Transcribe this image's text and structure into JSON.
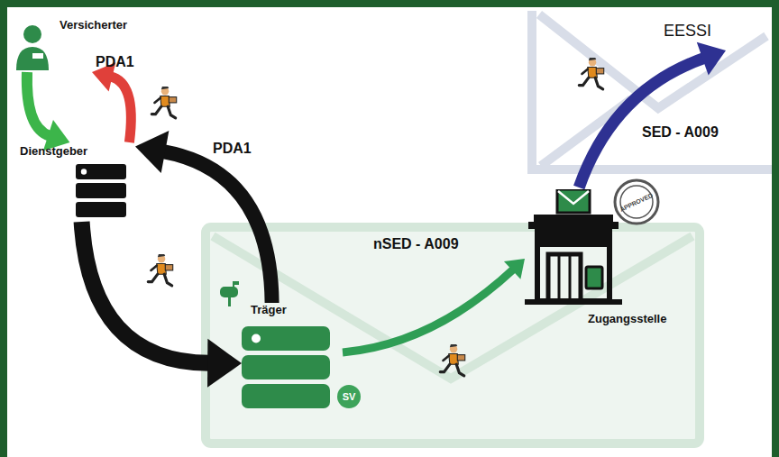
{
  "diagram": {
    "nodes": [
      {
        "text": [
          "Versicherter"
        ]
      },
      {
        "text": [
          "Dienstgeber"
        ]
      },
      {
        "text": [
          "Träger"
        ]
      },
      {
        "text": [
          "Zugangsstelle"
        ]
      },
      {
        "text": [
          "EESSI"
        ]
      }
    ],
    "edges": [
      {
        "from": 0,
        "to": 1,
        "arrow": "to"
      },
      {
        "from": 1,
        "to": 0,
        "label": "PDA1",
        "arrow": "to"
      },
      {
        "from": 1,
        "to": 2,
        "arrow": "to"
      },
      {
        "from": 2,
        "to": 1,
        "label": "PDA1",
        "arrow": "to"
      },
      {
        "from": 2,
        "to": 3,
        "label": "nSED - A009",
        "arrow": "to"
      },
      {
        "from": 3,
        "to": 4,
        "label": "SED - A009",
        "arrow": "to"
      }
    ],
    "labels": [
      "APPROVED",
      "SV"
    ]
  }
}
